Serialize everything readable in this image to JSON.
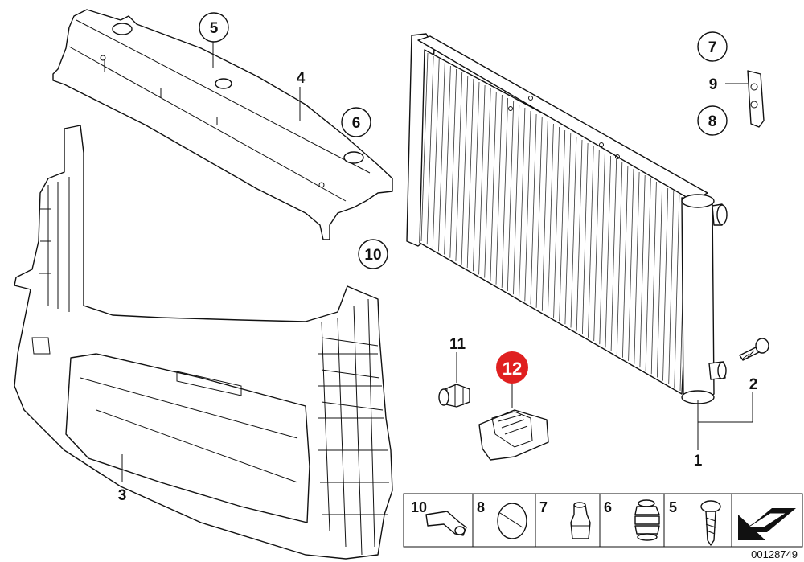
{
  "diagram": {
    "callouts": {
      "c1": "1",
      "c2": "2",
      "c3": "3",
      "c4": "4",
      "c5": "5",
      "c6": "6",
      "c7": "7",
      "c8": "8",
      "c9": "9",
      "c10": "10",
      "c11": "11",
      "c12": "12"
    },
    "legend": {
      "items": [
        "10",
        "8",
        "7",
        "6",
        "5"
      ]
    },
    "drawing_number": "00128749",
    "highlight_color": "#e02020"
  }
}
